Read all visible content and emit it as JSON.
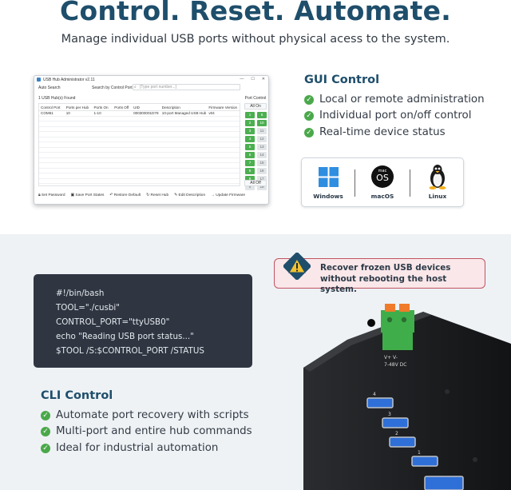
{
  "header": {
    "title": "Control. Reset. Automate.",
    "subtitle": "Manage individual USB ports without physical acess to the system."
  },
  "app": {
    "window_title": "USB Hub Administrator v2.11",
    "auto_search": "Auto Search",
    "search_label": "Search by Control Port:",
    "search_placeholder": "[Type port number...]",
    "found_label": "1 USB Hub(s) Found",
    "columns": [
      "Control Port",
      "Ports per Hub",
      "Ports On",
      "Ports Off",
      "UID",
      "Description",
      "Firmware Version"
    ],
    "rows": [
      [
        "COM61",
        "10",
        "1-10",
        "",
        "000300001D78",
        "10-port Managed USB Hub",
        "v04"
      ]
    ],
    "port_control_label": "Port Control",
    "all_on": "All On",
    "all_off": "All Off",
    "ports": [
      {
        "label": "1",
        "on": true
      },
      {
        "label": "6",
        "on": true
      },
      {
        "label": "2",
        "on": true
      },
      {
        "label": "10",
        "on": true
      },
      {
        "label": "3",
        "on": true
      },
      {
        "label": "11",
        "on": false
      },
      {
        "label": "4",
        "on": true
      },
      {
        "label": "12",
        "on": false
      },
      {
        "label": "5",
        "on": true
      },
      {
        "label": "13",
        "on": false
      },
      {
        "label": "6",
        "on": true
      },
      {
        "label": "14",
        "on": false
      },
      {
        "label": "7",
        "on": true
      },
      {
        "label": "15",
        "on": false
      },
      {
        "label": "8",
        "on": true
      },
      {
        "label": "16",
        "on": false
      },
      {
        "label": "9",
        "on": true
      },
      {
        "label": "17",
        "on": false
      },
      {
        "label": "0",
        "on": false
      },
      {
        "label": "18",
        "on": false
      }
    ],
    "footer_buttons": [
      {
        "icon": "lock-icon",
        "label": "Set Password"
      },
      {
        "icon": "save-icon",
        "label": "Save Port States"
      },
      {
        "icon": "undo-icon",
        "label": "Restore Default"
      },
      {
        "icon": "refresh-icon",
        "label": "Reset Hub"
      },
      {
        "icon": "edit-icon",
        "label": "Edit Description"
      },
      {
        "icon": "arrow-right-icon",
        "label": "Update Firmware"
      }
    ]
  },
  "gui": {
    "title": "GUI Control",
    "features": [
      "Local or remote administration",
      "Individual port on/off control",
      "Real-time device status"
    ],
    "os": [
      {
        "icon": "windows-icon",
        "label": "Windows"
      },
      {
        "icon": "macos-icon",
        "label": "macOS",
        "badge_small": "mac",
        "badge_big": "OS"
      },
      {
        "icon": "linux-icon",
        "label": "Linux"
      }
    ]
  },
  "callout": {
    "icon": "warning-icon",
    "text": "Recover frozen USB devices without rebooting the host system."
  },
  "terminal": {
    "lines": [
      "#!/bin/bash",
      "TOOL=\"./cusbi\"",
      "CONTROL_PORT=\"ttyUSB0\"",
      "echo \"Reading USB port status...\"",
      "$TOOL /S:$CONTROL_PORT /STATUS"
    ]
  },
  "cli": {
    "title": "CLI Control",
    "features": [
      "Automate port recovery with scripts",
      "Multi-port and entire hub commands",
      "Ideal for industrial automation"
    ]
  },
  "hardware": {
    "terminal_labels": "V+  V-",
    "voltage": "7-48V DC",
    "port_numbers": [
      "4",
      "3",
      "2",
      "1"
    ]
  },
  "colors": {
    "brand_blue": "#1e4e6b",
    "check_green": "#4aa84a",
    "port_on_green": "#4caf50",
    "callout_border": "#c05561",
    "terminal_bg": "#2f3642"
  }
}
